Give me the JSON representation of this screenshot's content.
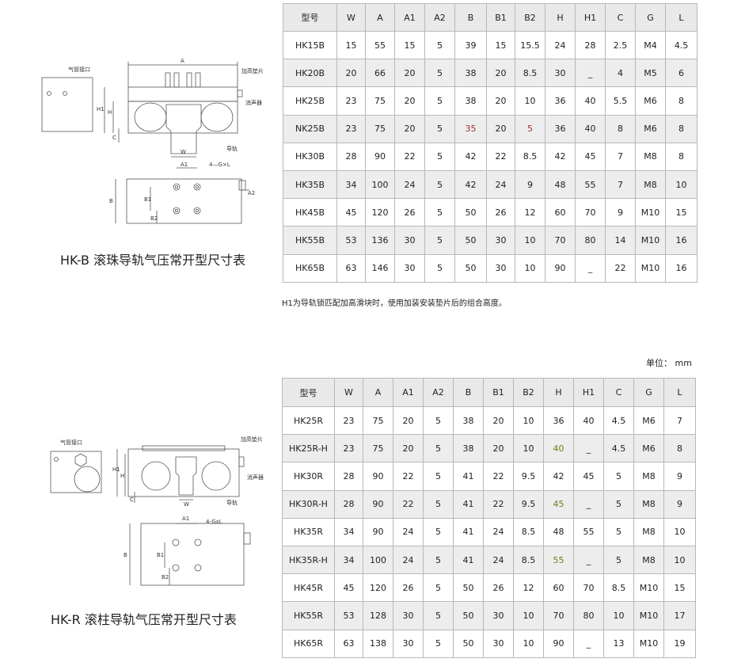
{
  "section_b": {
    "caption": "HK-B 滚珠导轨气压常开型尺寸表",
    "note": "H1为导轨锁匹配加高滑块时，使用加装安装垫片后的组合高度。",
    "drawing_labels": {
      "air_port": "气管接口",
      "spacer": "加高垫片",
      "muffler": "消声器",
      "rail": "导轨",
      "A": "A",
      "H": "H",
      "H1": "H1",
      "C": "C",
      "W": "W",
      "A1": "A1",
      "GL": "4—G×L",
      "B": "B",
      "B1": "B1",
      "B2": "B2",
      "A2": "A2"
    },
    "headers": [
      "型号",
      "W",
      "A",
      "A1",
      "A2",
      "B",
      "B1",
      "B2",
      "H",
      "H1",
      "C",
      "G",
      "L"
    ],
    "rows": [
      [
        "HK15B",
        "15",
        "55",
        "15",
        "5",
        "39",
        "15",
        "15.5",
        "24",
        "28",
        "2.5",
        "M4",
        "4.5"
      ],
      [
        "HK20B",
        "20",
        "66",
        "20",
        "5",
        "38",
        "20",
        "8.5",
        "30",
        "_",
        "4",
        "M5",
        "6"
      ],
      [
        "HK25B",
        "23",
        "75",
        "20",
        "5",
        "38",
        "20",
        "10",
        "36",
        "40",
        "5.5",
        "M6",
        "8"
      ],
      [
        "NK25B",
        "23",
        "75",
        "20",
        "5",
        "35",
        "20",
        "5",
        "36",
        "40",
        "8",
        "M6",
        "8"
      ],
      [
        "HK30B",
        "28",
        "90",
        "22",
        "5",
        "42",
        "22",
        "8.5",
        "42",
        "45",
        "7",
        "M8",
        "8"
      ],
      [
        "HK35B",
        "34",
        "100",
        "24",
        "5",
        "42",
        "24",
        "9",
        "48",
        "55",
        "7",
        "M8",
        "10"
      ],
      [
        "HK45B",
        "45",
        "120",
        "26",
        "5",
        "50",
        "26",
        "12",
        "60",
        "70",
        "9",
        "M10",
        "15"
      ],
      [
        "HK55B",
        "53",
        "136",
        "30",
        "5",
        "50",
        "30",
        "10",
        "70",
        "80",
        "14",
        "M10",
        "16"
      ],
      [
        "HK65B",
        "63",
        "146",
        "30",
        "5",
        "50",
        "30",
        "10",
        "90",
        "_",
        "22",
        "M10",
        "16"
      ]
    ],
    "highlight_color": "#a83232"
  },
  "section_r": {
    "caption": "HK-R 滚柱导轨气压常开型尺寸表",
    "unit": "单位：  mm",
    "drawing_labels": {
      "air_port": "气管接口",
      "spacer": "加高垫片",
      "muffler": "消声器",
      "rail": "导轨",
      "H": "H",
      "H1": "H1",
      "C": "C",
      "W": "W",
      "A1": "A1",
      "GL": "4-GxL",
      "B": "B",
      "B1": "B1",
      "B2": "B2"
    },
    "headers": [
      "型号",
      "W",
      "A",
      "A1",
      "A2",
      "B",
      "B1",
      "B2",
      "H",
      "H1",
      "C",
      "G",
      "L"
    ],
    "rows": [
      [
        "HK25R",
        "23",
        "75",
        "20",
        "5",
        "38",
        "20",
        "10",
        "36",
        "40",
        "4.5",
        "M6",
        "7"
      ],
      [
        "HK25R-H",
        "23",
        "75",
        "20",
        "5",
        "38",
        "20",
        "10",
        "40",
        "_",
        "4.5",
        "M6",
        "8"
      ],
      [
        "HK30R",
        "28",
        "90",
        "22",
        "5",
        "41",
        "22",
        "9.5",
        "42",
        "45",
        "5",
        "M8",
        "9"
      ],
      [
        "HK30R-H",
        "28",
        "90",
        "22",
        "5",
        "41",
        "22",
        "9.5",
        "45",
        "_",
        "5",
        "M8",
        "9"
      ],
      [
        "HK35R",
        "34",
        "90",
        "24",
        "5",
        "41",
        "24",
        "8.5",
        "48",
        "55",
        "5",
        "M8",
        "10"
      ],
      [
        "HK35R-H",
        "34",
        "100",
        "24",
        "5",
        "41",
        "24",
        "8.5",
        "55",
        "_",
        "5",
        "M8",
        "10"
      ],
      [
        "HK45R",
        "45",
        "120",
        "26",
        "5",
        "50",
        "26",
        "12",
        "60",
        "70",
        "8.5",
        "M10",
        "15"
      ],
      [
        "HK55R",
        "53",
        "128",
        "30",
        "5",
        "50",
        "30",
        "10",
        "70",
        "80",
        "10",
        "M10",
        "17"
      ],
      [
        "HK65R",
        "63",
        "138",
        "30",
        "5",
        "50",
        "30",
        "10",
        "90",
        "_",
        "13",
        "M10",
        "19"
      ]
    ],
    "highlight_color": "#7e7a1a"
  }
}
